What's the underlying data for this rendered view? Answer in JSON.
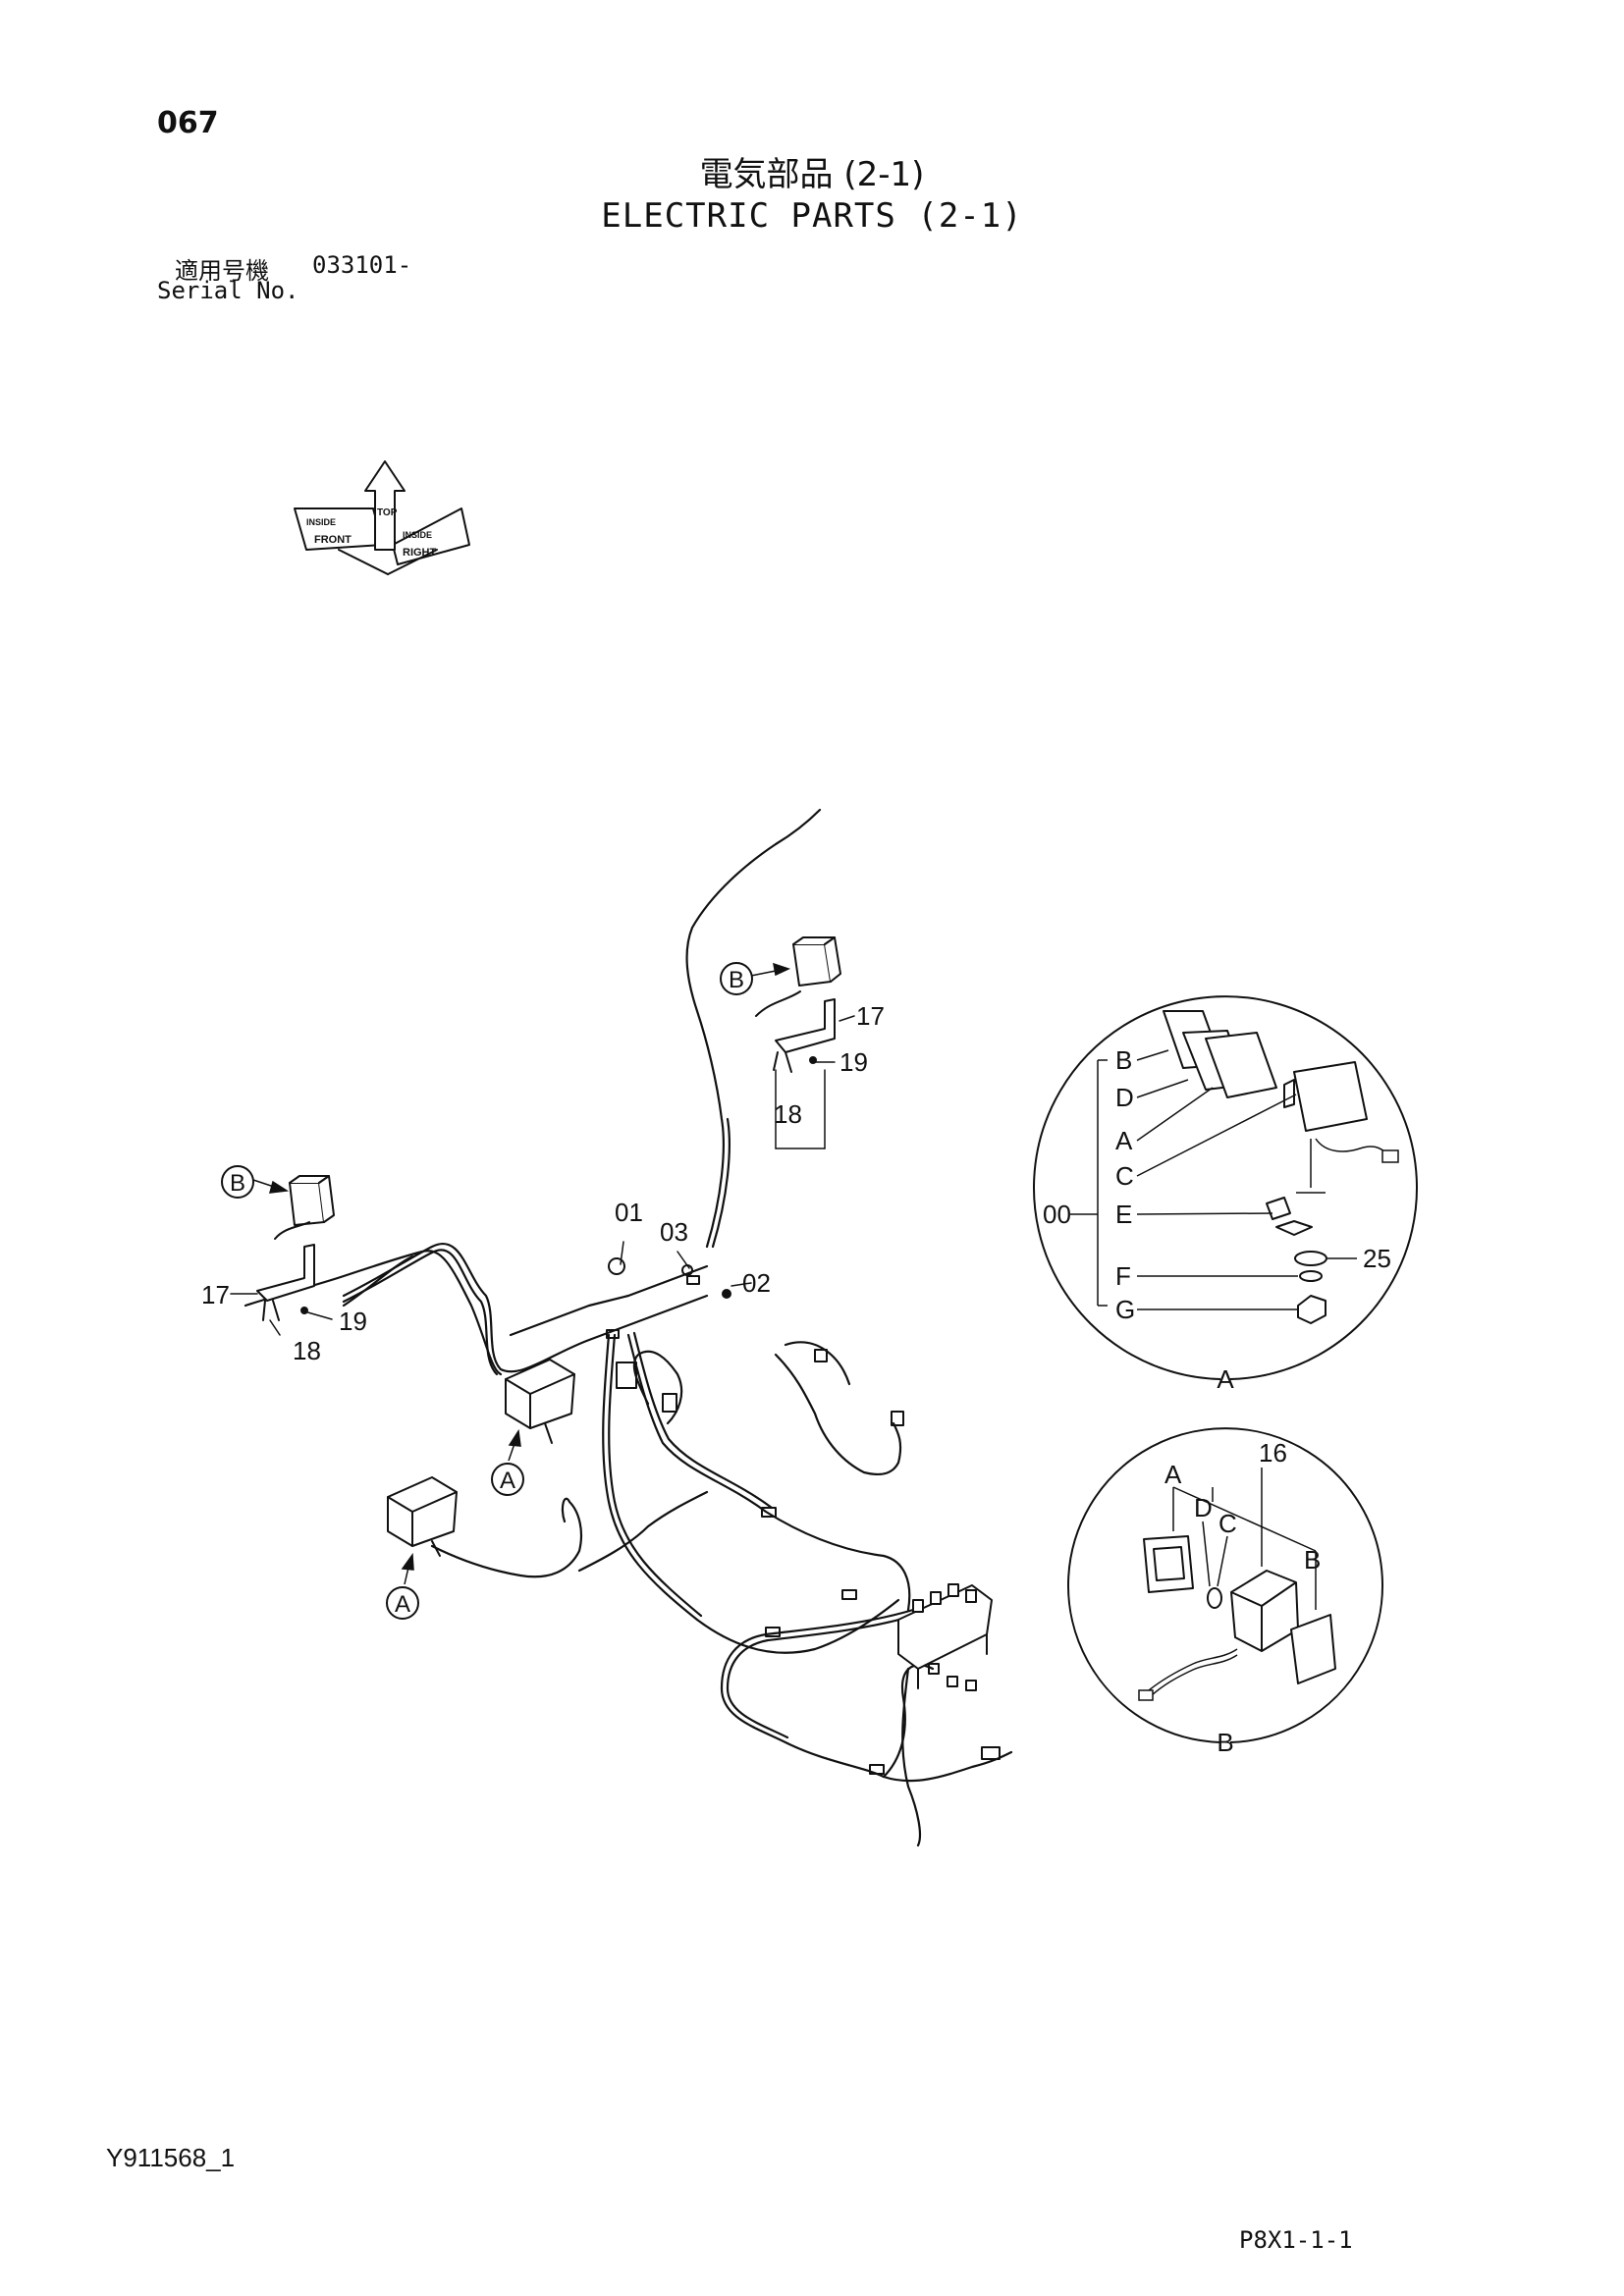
{
  "header": {
    "page_number": "067",
    "title_ja": "電気部品 (2-1)",
    "title_en": "ELECTRIC PARTS (2-1)",
    "serial_label_ja": "適用号機",
    "serial_value": "033101-",
    "serial_label_en": "Serial No."
  },
  "orientation": {
    "top": "TOP",
    "front": "FRONT",
    "right": "RIGHT",
    "inside_left": "INSIDE",
    "inside_right": "INSIDE"
  },
  "callouts": {
    "c01": "01",
    "c02": "02",
    "c03": "03",
    "c17_top": "17",
    "c19_top": "19",
    "c18_top": "18",
    "c17_left": "17",
    "c18_left": "18",
    "c19_left": "19",
    "ref_a1": "A",
    "ref_a2": "A",
    "ref_b1": "B",
    "ref_b2": "B"
  },
  "detail_a": {
    "caption": "A",
    "assembly": "00",
    "sub_b": "B",
    "sub_d": "D",
    "sub_a": "A",
    "sub_c": "C",
    "sub_e": "E",
    "sub_f": "F",
    "sub_g": "G",
    "part_25": "25"
  },
  "detail_b": {
    "caption": "B",
    "part_16": "16",
    "sub_a": "A",
    "sub_d": "D",
    "sub_c": "C",
    "sub_b": "B"
  },
  "footer": {
    "document_code": "Y911568_1",
    "page_code": "P8X1-1-1"
  }
}
